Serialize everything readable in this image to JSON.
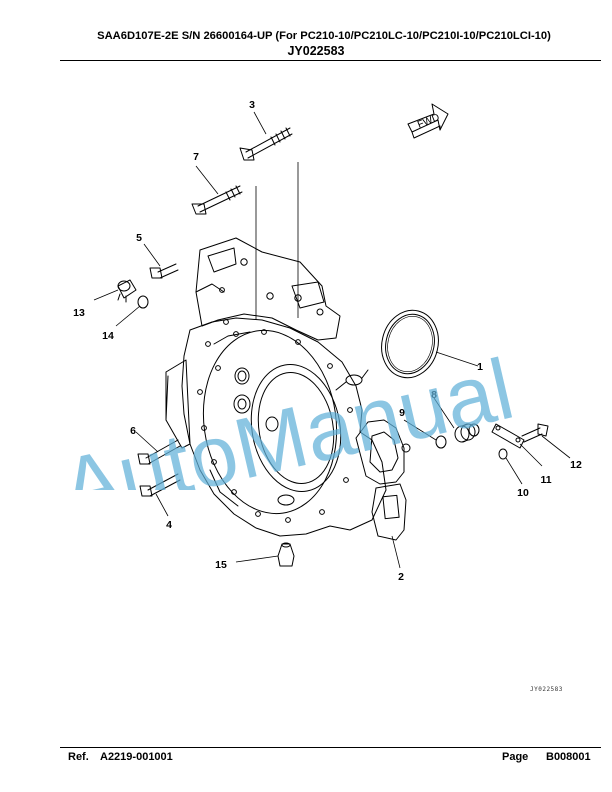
{
  "header": {
    "title_line1": "SAA6D107E-2E S/N 26600164-UP (For PC210-10/PC210LC-10/PC210I-10/PC210LCI-10)",
    "title_line2": "JY022583"
  },
  "diagram": {
    "direction_label": "FWD",
    "drawing_code": "JY022583",
    "callouts": [
      "1",
      "2",
      "3",
      "4",
      "5",
      "6",
      "7",
      "8",
      "9",
      "10",
      "11",
      "12",
      "13",
      "14",
      "15"
    ]
  },
  "watermark": {
    "text": "AutoManual",
    "color": "#5fb0d8"
  },
  "footer": {
    "ref_label": "Ref.",
    "ref_value": "A2219-001001",
    "page_label": "Page",
    "page_value": "B008001"
  }
}
